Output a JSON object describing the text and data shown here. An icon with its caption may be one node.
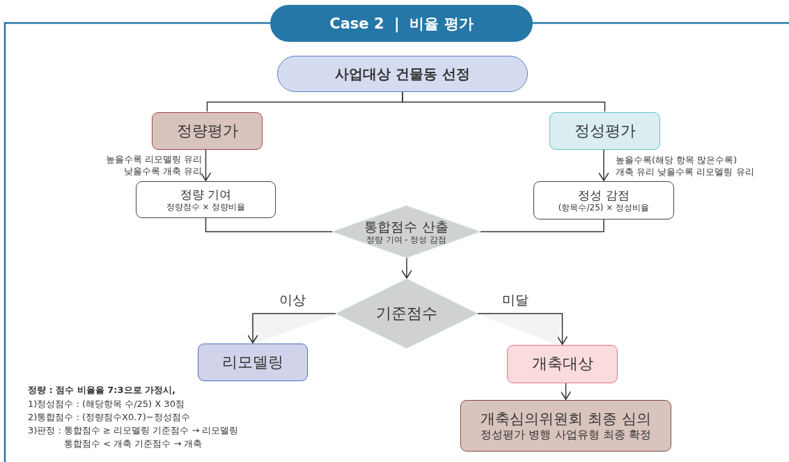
{
  "diagram": {
    "title": "Case 2  |  비율 평가",
    "nodes": [
      {
        "text": [
          "사업대상 건물동 선정"
        ]
      },
      {
        "text": [
          "정량평가"
        ]
      },
      {
        "text": [
          "정성평가"
        ]
      },
      {
        "text": [
          "정량 기여",
          "정량점수 × 정량비율"
        ]
      },
      {
        "text": [
          "정성 감점",
          "(항목수/25) × 정성비율"
        ]
      },
      {
        "text": [
          "통합점수 산출",
          "정량 기여 - 정성 감점"
        ]
      },
      {
        "text": [
          "기준점수"
        ]
      },
      {
        "text": [
          "리모델링"
        ]
      },
      {
        "text": [
          "개축대상"
        ]
      },
      {
        "text": [
          "개축심의위원회 최종 심의",
          "정성평가 병행 사업유형 최종 확정"
        ]
      }
    ],
    "edges": [
      {
        "from": 0,
        "to": 1,
        "arrow": "none"
      },
      {
        "from": 0,
        "to": 2,
        "arrow": "none"
      },
      {
        "from": 1,
        "to": 3,
        "arrow": "to",
        "label": "높을수록 리모델링 유리 낮을수록 개축 유리"
      },
      {
        "from": 2,
        "to": 4,
        "arrow": "to",
        "label": "높을수록(해당 항목 많은수록) 개축 유리 낮을수록 리모델링 유리"
      },
      {
        "from": 3,
        "to": 5,
        "arrow": "none"
      },
      {
        "from": 4,
        "to": 5,
        "arrow": "none"
      },
      {
        "from": 5,
        "to": 6,
        "arrow": "to"
      },
      {
        "from": 6,
        "to": 7,
        "arrow": "to",
        "label": "이상"
      },
      {
        "from": 6,
        "to": 8,
        "arrow": "to",
        "label": "미달"
      },
      {
        "from": 8,
        "to": 9,
        "arrow": "to"
      }
    ],
    "labels": [
      "정량 : 점수 비율을 7:3으로 가정시,",
      "1)정성점수 : (해당항목 수/25) X 30점",
      "2)통합점수 : (정량점수X0.7)−정성점수",
      "3)판정 : 통합점수 ≥ 리모델링 기준점수 → 리모델링",
      "통합점수 < 개축 기준점수 → 개축"
    ]
  }
}
